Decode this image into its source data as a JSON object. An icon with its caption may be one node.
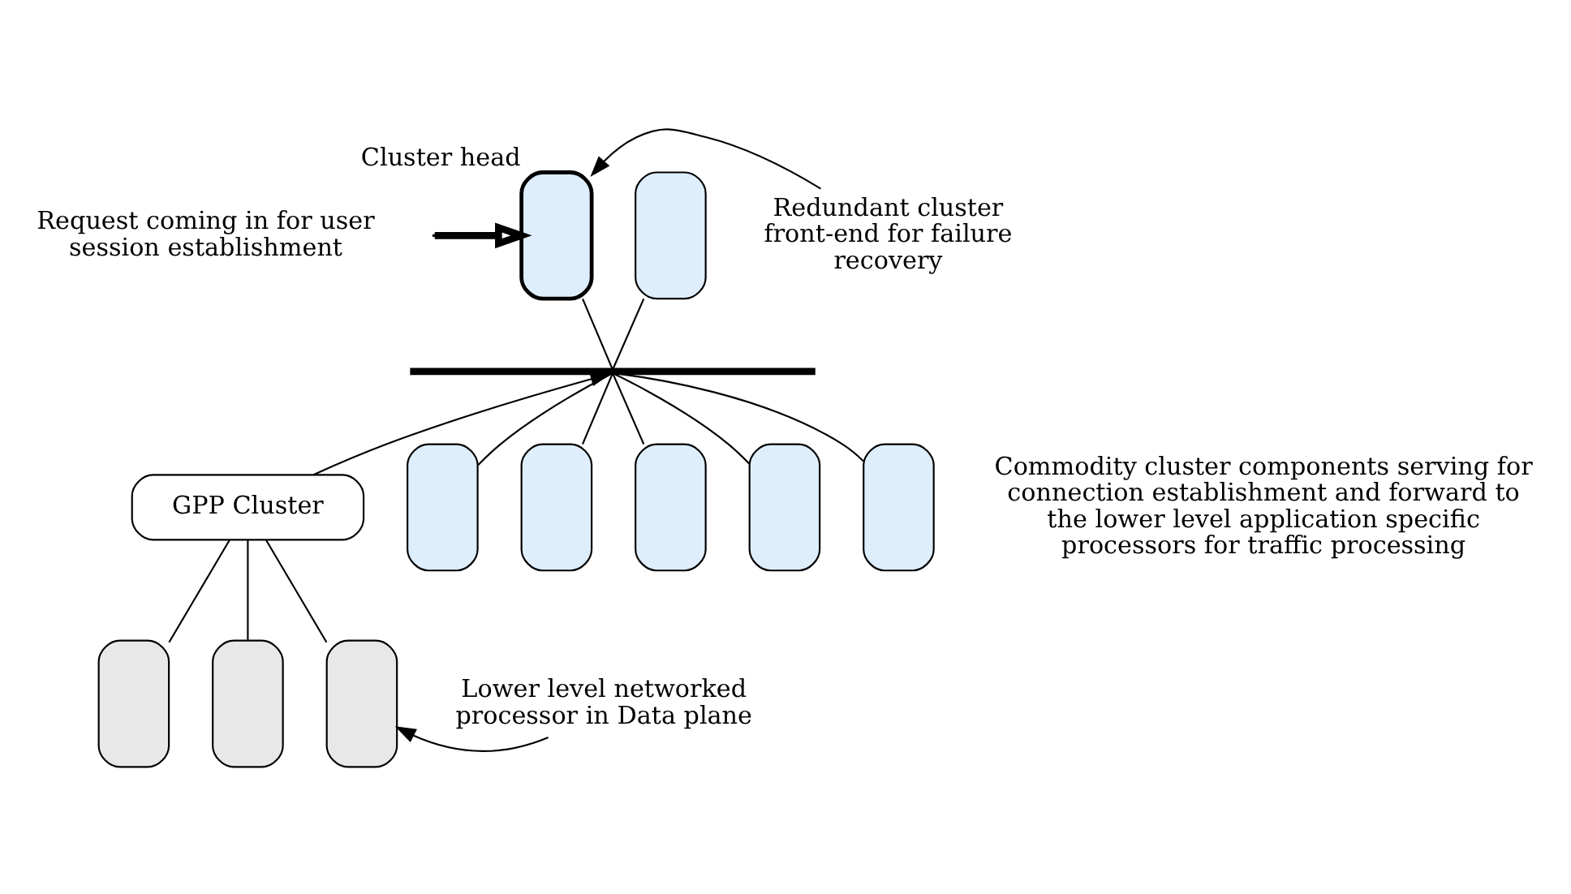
{
  "diagram": {
    "nodes": [
      {
        "text": [
          "Request coming in for user session establishment"
        ]
      },
      {
        "text": [],
        "shape": "box",
        "beside": [
          "Cluster head"
        ]
      },
      {
        "text": [],
        "shape": "box"
      },
      {
        "text": [
          "Redundant cluster front-end for failure recovery"
        ]
      },
      {
        "text": [],
        "shape": "bar"
      },
      {
        "text": [],
        "shape": "box"
      },
      {
        "text": [],
        "shape": "box"
      },
      {
        "text": [],
        "shape": "box"
      },
      {
        "text": [],
        "shape": "box"
      },
      {
        "text": [],
        "shape": "box"
      },
      {
        "text": [
          "GPP Cluster"
        ]
      },
      {
        "text": [],
        "shape": "box"
      },
      {
        "text": [],
        "shape": "box"
      },
      {
        "text": [],
        "shape": "box"
      },
      {
        "text": [
          "Lower level networked processor in Data plane"
        ]
      }
    ],
    "edges": [
      {
        "from": null,
        "to": 1,
        "arrow": "to",
        "style": "thick"
      },
      {
        "from": 3,
        "to": 1,
        "arrow": "to"
      },
      {
        "from": 1,
        "to": 4,
        "arrow": "none"
      },
      {
        "from": 2,
        "to": 4,
        "arrow": "none"
      },
      {
        "from": 4,
        "to": 5,
        "arrow": "none"
      },
      {
        "from": 4,
        "to": 6,
        "arrow": "none"
      },
      {
        "from": 4,
        "to": 7,
        "arrow": "none"
      },
      {
        "from": 4,
        "to": 8,
        "arrow": "none"
      },
      {
        "from": 4,
        "to": 9,
        "arrow": "none"
      },
      {
        "from": 10,
        "to": 4,
        "arrow": "to"
      },
      {
        "from": 10,
        "to": 11,
        "arrow": "none"
      },
      {
        "from": 10,
        "to": 12,
        "arrow": "none"
      },
      {
        "from": 10,
        "to": 13,
        "arrow": "none"
      },
      {
        "from": 14,
        "to": 13,
        "arrow": "to"
      }
    ],
    "labels": [
      "Commodity cluster components serving for connection establishment and forward to the lower level application specific processors for traffic processing"
    ]
  }
}
